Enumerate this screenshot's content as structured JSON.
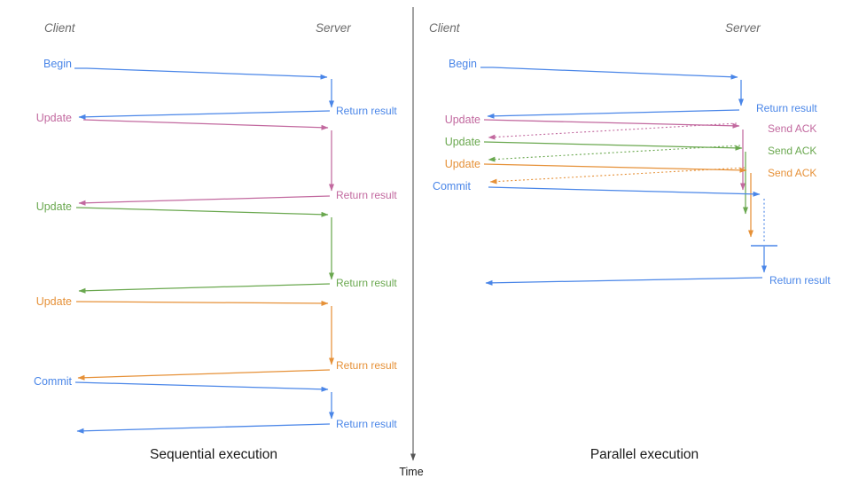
{
  "colors": {
    "blue": "#4a86e8",
    "pink": "#c2699f",
    "green": "#6aa84f",
    "orange": "#e69138",
    "lifeline_gray": "#6b6b6b",
    "axis_gray": "#555555",
    "title_black": "#1a1a1a"
  },
  "time_axis": {
    "label": "Time"
  },
  "sequential": {
    "title": "Sequential execution",
    "client": "Client",
    "server": "Server",
    "messages": [
      {
        "label": "Begin",
        "response": "Return result",
        "color": "blue"
      },
      {
        "label": "Update",
        "response": "Return result",
        "color": "pink"
      },
      {
        "label": "Update",
        "response": "Return result",
        "color": "green"
      },
      {
        "label": "Update",
        "response": "Return result",
        "color": "orange"
      },
      {
        "label": "Commit",
        "response": "Return result",
        "color": "blue"
      }
    ]
  },
  "parallel": {
    "title": "Parallel execution",
    "client": "Client",
    "server": "Server",
    "messages": [
      {
        "label": "Begin",
        "response": "Return result",
        "color": "blue"
      },
      {
        "label": "Update",
        "response": "Send ACK",
        "color": "pink"
      },
      {
        "label": "Update",
        "response": "Send ACK",
        "color": "green"
      },
      {
        "label": "Update",
        "response": "Send ACK",
        "color": "orange"
      },
      {
        "label": "Commit",
        "response": "Return result",
        "color": "blue"
      }
    ]
  }
}
